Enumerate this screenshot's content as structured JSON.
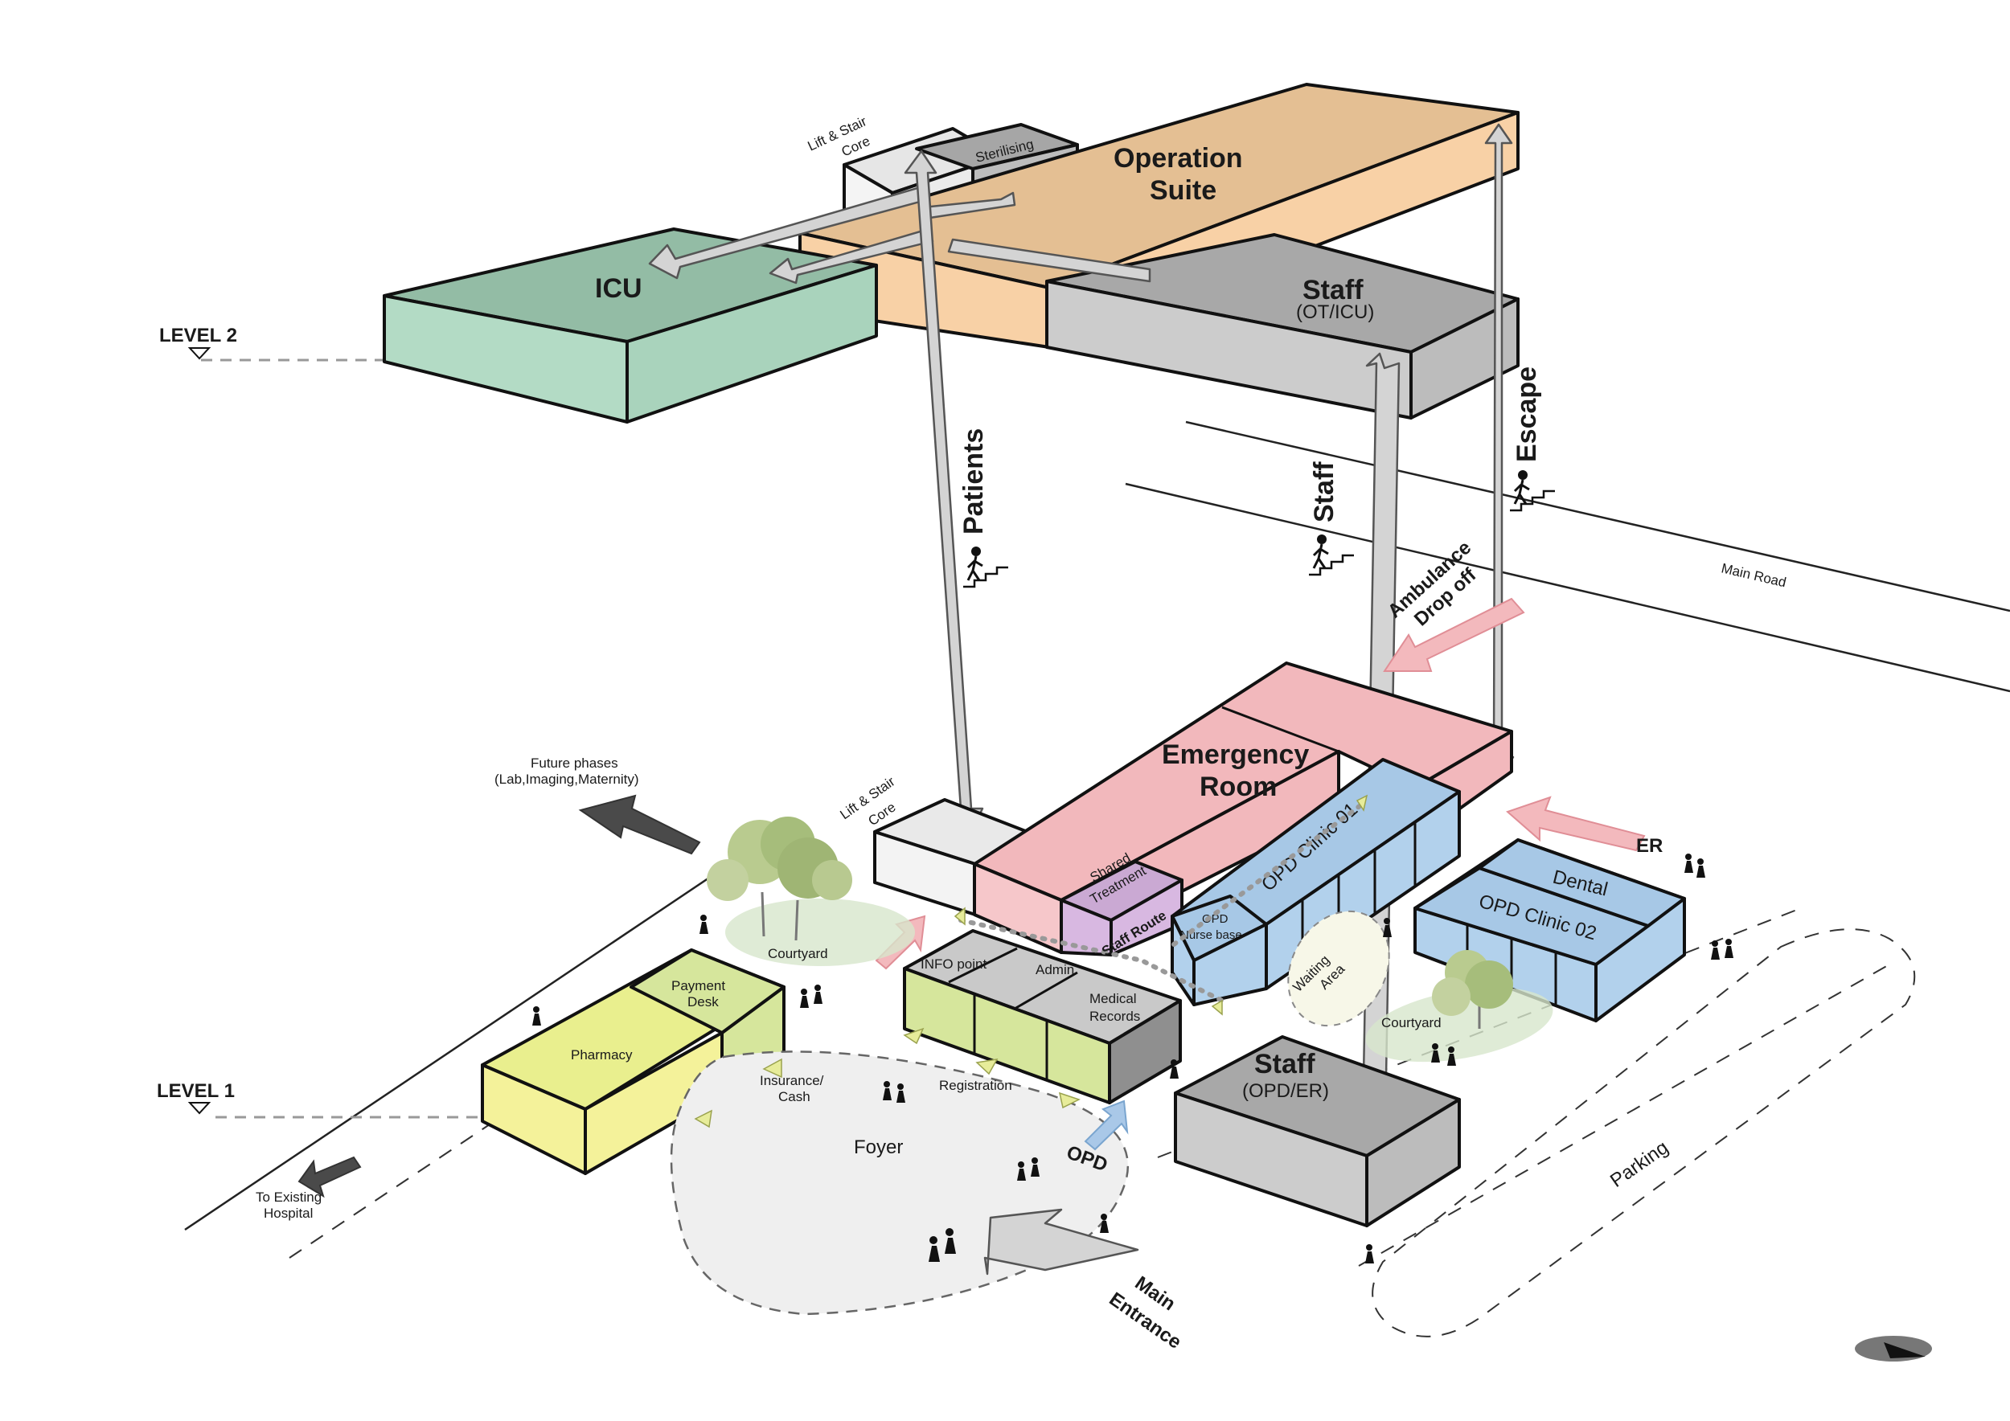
{
  "labels": {
    "operation_suite_1": "Operation",
    "operation_suite_2": "Suite",
    "sterilising": "Sterilising",
    "lift_core_top_1": "Lift & Stair",
    "lift_core_top_2": "Core",
    "icu": "ICU",
    "staff_top": "Staff",
    "staff_top_sub": "(OT/ICU)",
    "level2": "LEVEL 2",
    "level1": "LEVEL 1",
    "patients": "Patients",
    "staff_vertical": "Staff",
    "escape": "Escape",
    "main_road": "Main Road",
    "ambulance_1": "Ambulance",
    "ambulance_2": "Drop off",
    "emergency_1": "Emergency",
    "emergency_2": "Room",
    "shared_1": "Shared",
    "shared_2": "Treatment",
    "opd_clinic_01": "OPD Clinic 01",
    "opd_nurse_1": "OPD",
    "opd_nurse_2": "Nurse base",
    "staff_route": "Staff Route",
    "lift_core_low_1": "Lift & Stair",
    "lift_core_low_2": "Core",
    "future_1": "Future phases",
    "future_2": "(Lab,Imaging,Maternity)",
    "courtyard_left": "Courtyard",
    "info_point": "INFO point",
    "admin": "Admin",
    "medical_1": "Medical",
    "medical_2": "Records",
    "waiting_1": "Waiting",
    "waiting_2": "Area",
    "er": "ER",
    "dental": "Dental",
    "opd_clinic_02": "OPD Clinic 02",
    "courtyard_right": "Courtyard",
    "payment_1": "Payment",
    "payment_2": "Desk",
    "pharmacy": "Pharmacy",
    "insurance_1": "Insurance/",
    "insurance_2": "Cash",
    "registration": "Registration",
    "staff_low": "Staff",
    "staff_low_sub": "(OPD/ER)",
    "foyer": "Foyer",
    "opd": "OPD",
    "to_existing_1": "To Existing",
    "to_existing_2": "Hospital",
    "main_entrance_1": "Main",
    "main_entrance_2": "Entrance",
    "parking": "Parking"
  },
  "colors": {
    "operation_suite": "#f8d1a6",
    "operation_suite_top": "#e4bf93",
    "icu": "#a9d3bc",
    "icu_top": "#93bca5",
    "staff_grey": "#c5c5c5",
    "staff_grey_top": "#a8a8a8",
    "emergency": "#f2b8bc",
    "opd_blue": "#b2d1ec",
    "shared_purple": "#d8b8e1",
    "lime": "#d6e69c",
    "pharmacy_yellow": "#f4f29a",
    "lift_core": "#f1f1f1",
    "foyer": "#efefef"
  },
  "icons": [
    "stairs-walker-icon",
    "person-icon",
    "tree-icon",
    "north-arrow-icon"
  ]
}
